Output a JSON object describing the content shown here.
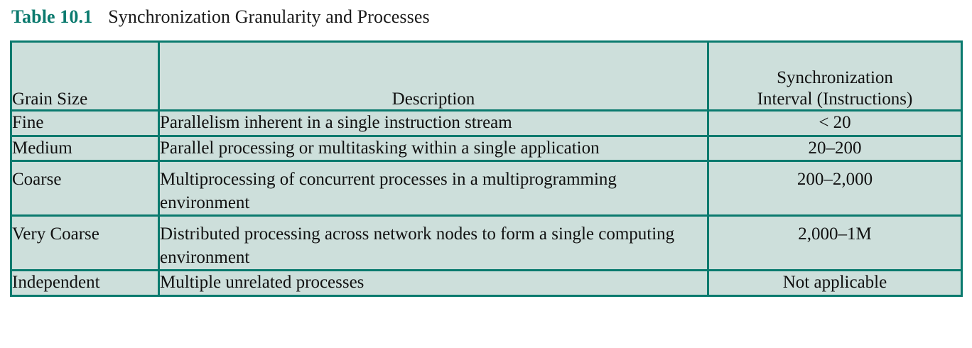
{
  "caption": {
    "label": "Table 10.1",
    "title": "Synchronization Granularity and Processes",
    "label_color": "#0b7a6e",
    "title_color": "#1a1a1a"
  },
  "theme": {
    "border_color": "#0a7a6e",
    "cell_background": "#cddfdb",
    "text_color": "#111111",
    "page_background": "#ffffff"
  },
  "table": {
    "headers": {
      "grain_size": "Grain Size",
      "description": "Description",
      "sync_interval_line1": "Synchronization",
      "sync_interval_line2": "Interval (Instructions)"
    },
    "rows": [
      {
        "grain_size": "Fine",
        "description": "Parallelism inherent in a single instruction stream",
        "sync_interval": "< 20"
      },
      {
        "grain_size": "Medium",
        "description": "Parallel processing or multitasking within a single application",
        "sync_interval": "20–200"
      },
      {
        "grain_size": "Coarse",
        "description": "Multiprocessing of concurrent processes in a multiprogramming environment",
        "sync_interval": "200–2,000"
      },
      {
        "grain_size": "Very Coarse",
        "description": "Distributed processing across network nodes to form a single computing environment",
        "sync_interval": "2,000–1M"
      },
      {
        "grain_size": "Independent",
        "description": "Multiple unrelated processes",
        "sync_interval": "Not applicable"
      }
    ]
  }
}
